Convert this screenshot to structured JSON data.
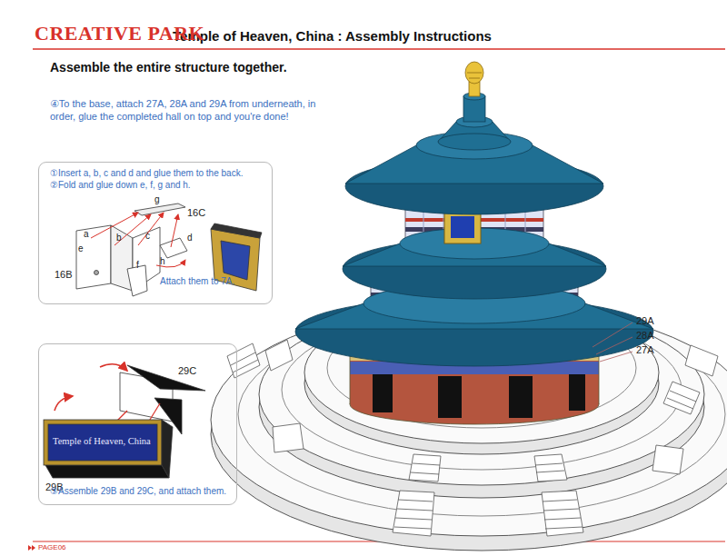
{
  "diagram": {
    "title": "Temple of Heaven, China : Assembly Instructions",
    "nodes": [
      {
        "text": [
          "①Insert a, b, c and d and glue them to the back.",
          "②Fold and glue down e, f, g and h."
        ]
      },
      {
        "text": [
          "③Assemble 29B and 29C, and attach them."
        ]
      }
    ],
    "labels": [
      "CREATIVE PARK",
      "Assemble the entire structure together.",
      "④To the base, attach 27A, 28A and 29A from underneath, in order, glue the completed hall on top and you're done!",
      "g",
      "16C",
      "a",
      "e",
      "b",
      "c",
      "d",
      "f",
      "h",
      "16B",
      "Attach them to 7A.",
      "29C",
      "Temple of Heaven, China",
      "29B",
      "29A",
      "28A",
      "27A",
      "PAGE06"
    ]
  }
}
